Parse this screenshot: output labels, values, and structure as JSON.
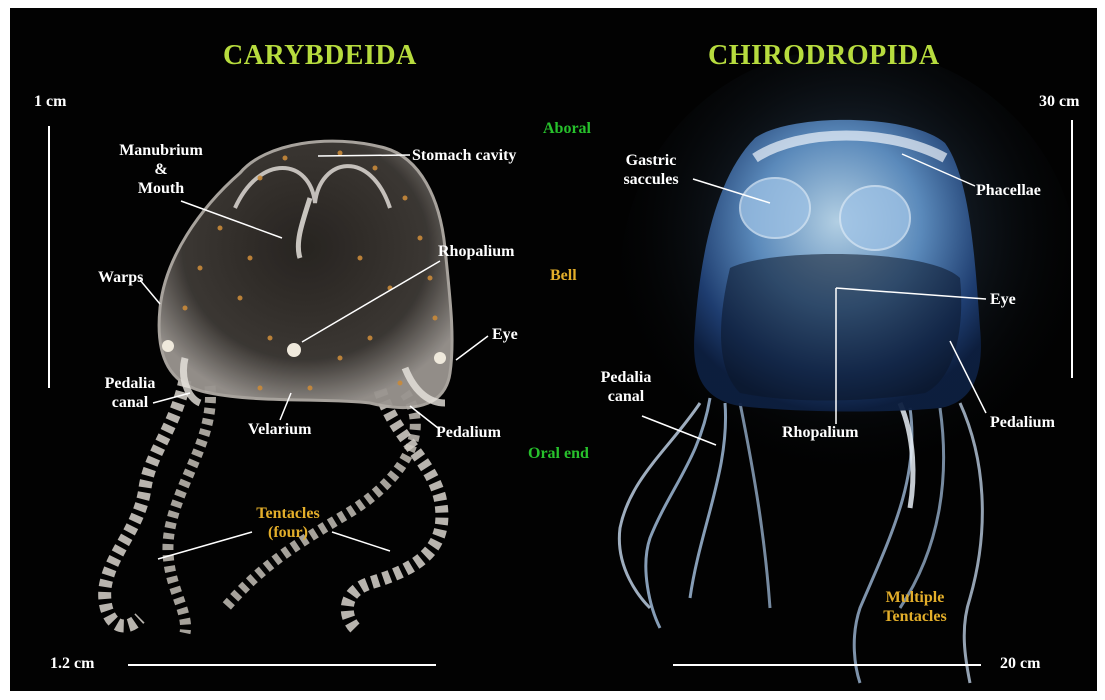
{
  "titles": {
    "left": "CARYBDEIDA",
    "right": "CHIRODROPIDA"
  },
  "scales": {
    "left_vertical": "1 cm",
    "left_horizontal": "1.2 cm",
    "right_vertical": "30 cm",
    "right_horizontal": "20 cm"
  },
  "orientation": {
    "aboral": "Aboral",
    "bell": "Bell",
    "oral": "Oral end"
  },
  "carybdeida_labels": {
    "manubrium": "Manubrium",
    "amp": "&",
    "mouth": "Mouth",
    "stomach": "Stomach cavity",
    "rhopalium": "Rhopalium",
    "warps": "Warps",
    "eye": "Eye",
    "pedalia_1": "Pedalia",
    "pedalia_2": "canal",
    "velarium": "Velarium",
    "pedalium": "Pedalium",
    "tentacles_1": "Tentacles",
    "tentacles_2": "(four)"
  },
  "chirodropida_labels": {
    "gastric_1": "Gastric",
    "gastric_2": "saccules",
    "phacellae": "Phacellae",
    "eye": "Eye",
    "pedalia_1": "Pedalia",
    "pedalia_2": "canal",
    "rhopalium": "Rhopalium",
    "pedalium": "Pedalium",
    "multiple_1": "Multiple",
    "multiple_2": "Tentacles"
  },
  "colors": {
    "background": "#020202",
    "title": "#b7dc3e",
    "orientation": "#27c12c",
    "highlight": "#e3ae2a",
    "label": "#ffffff"
  }
}
